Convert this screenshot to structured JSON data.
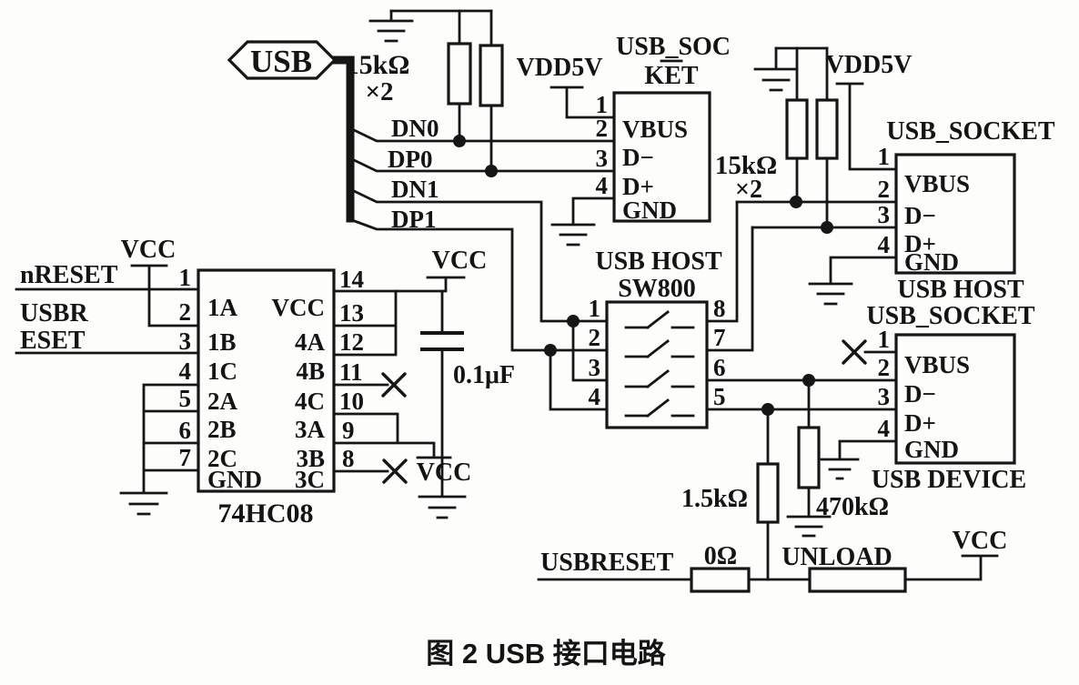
{
  "caption": "图 2  USB 接口电路",
  "usb_connector": {
    "label": "USB"
  },
  "bus_labels": {
    "dn0": "DN0",
    "dp0": "DP0",
    "dn1": "DN1",
    "dp1": "DP1"
  },
  "power": {
    "vcc": "VCC",
    "vdd5v": "VDD5V"
  },
  "left_signals": {
    "nreset": "nRESET",
    "usbreset_line1": "USBR",
    "usbreset_line2": "ESET"
  },
  "pulldown_left": {
    "value": "15kΩ",
    "qty": "×2"
  },
  "pulldown_right": {
    "value": "15kΩ",
    "qty": "×2"
  },
  "capacitor": {
    "value": "0.1μF"
  },
  "ic_74hc08": {
    "name": "74HC08",
    "rows": [
      {
        "ln": "1",
        "ll": "1A",
        "rn": "14",
        "rl": "VCC"
      },
      {
        "ln": "2",
        "ll": "1B",
        "rn": "13",
        "rl": "4A"
      },
      {
        "ln": "3",
        "ll": "1C",
        "rn": "12",
        "rl": "4B"
      },
      {
        "ln": "4",
        "ll": "2A",
        "rn": "11",
        "rl": "4C"
      },
      {
        "ln": "5",
        "ll": "2B",
        "rn": "10",
        "rl": "3A"
      },
      {
        "ln": "6",
        "ll": "2C",
        "rn": "9",
        "rl": "3B"
      },
      {
        "ln": "7",
        "ll": "GND",
        "rn": "8",
        "rl": "3C"
      }
    ]
  },
  "sw800": {
    "title": "USB HOST",
    "name": "SW800",
    "left_pins": [
      "1",
      "2",
      "3",
      "4"
    ],
    "right_pins": [
      "8",
      "7",
      "6",
      "5"
    ]
  },
  "socket_soc": {
    "title_line1": "USB_SOC",
    "title_line2": "KET",
    "pin_nums": [
      "1",
      "2",
      "3",
      "4"
    ],
    "pin_labels": [
      "VBUS",
      "D−",
      "D+",
      "GND"
    ]
  },
  "socket_host": {
    "title": "USB_SOCKET",
    "subtitle": "USB HOST",
    "pin_nums": [
      "1",
      "2",
      "3",
      "4"
    ],
    "pin_labels": [
      "VBUS",
      "D−",
      "D+",
      "GND"
    ]
  },
  "socket_device": {
    "title": "USB_SOCKET",
    "subtitle": "USB DEVICE",
    "pin_nums": [
      "1",
      "2",
      "3",
      "4"
    ],
    "pin_labels": [
      "VBUS",
      "D−",
      "D+",
      "GND"
    ]
  },
  "bottom": {
    "usbreset": "USBRESET",
    "r0": "0Ω",
    "r1k5": "1.5kΩ",
    "r470k": "470kΩ",
    "unload": "UNLOAD"
  }
}
